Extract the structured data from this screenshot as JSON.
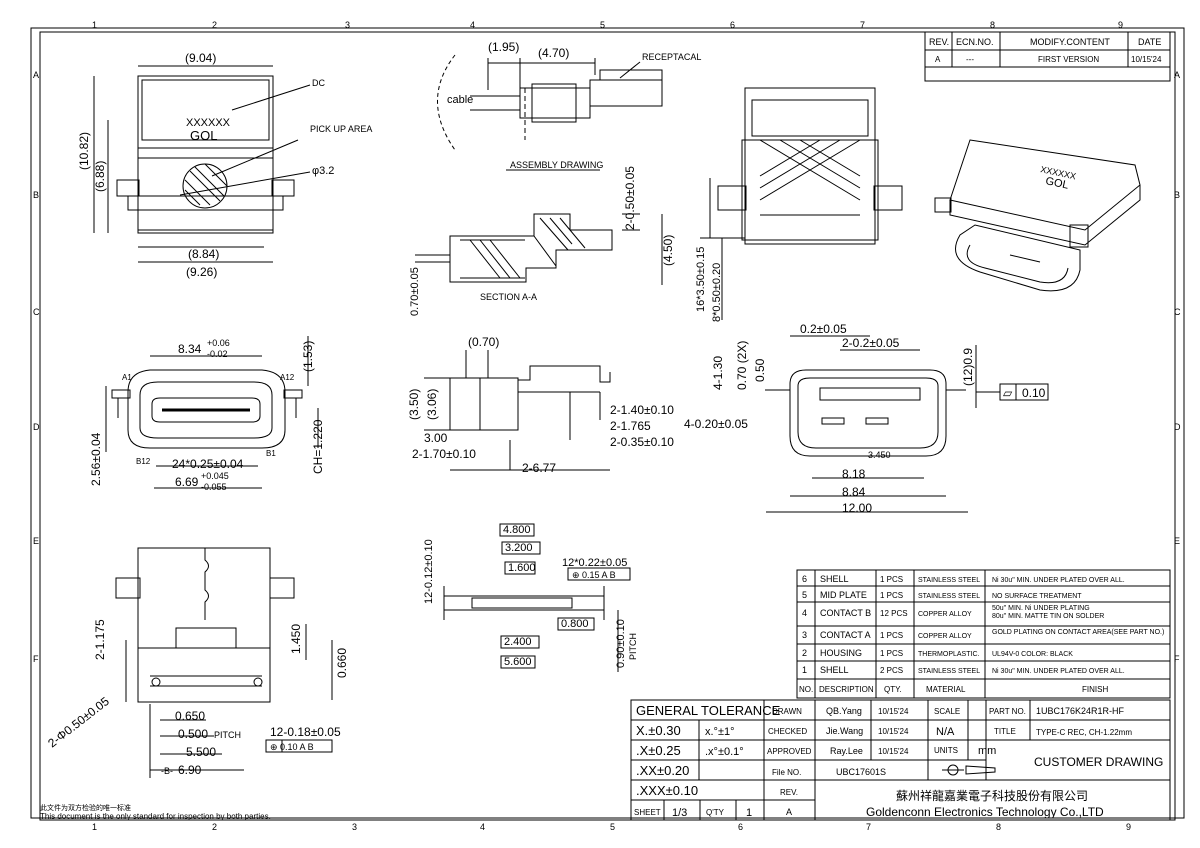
{
  "frame": {
    "cols_top": [
      "1",
      "2",
      "3",
      "4",
      "5",
      "6",
      "7",
      "8",
      "9"
    ],
    "cols_bottom": [
      "1",
      "2",
      "3",
      "4",
      "5",
      "6",
      "7",
      "8",
      "9"
    ],
    "rows": [
      "A",
      "B",
      "C",
      "D",
      "E",
      "F"
    ]
  },
  "revision": {
    "headers": [
      "REV.",
      "ECN.NO.",
      "MODIFY.CONTENT",
      "DATE"
    ],
    "row": [
      "A",
      "---",
      "FIRST VERSION",
      "10/15'24"
    ]
  },
  "top_view": {
    "dims": [
      "(9.04)",
      "(10.82)",
      "(6.88)",
      "(8.84)",
      "(9.26)"
    ],
    "marking1": "XXXXXX",
    "marking2": "GOL",
    "label_dc": "DC",
    "label_pick": "PICK UP AREA",
    "label_phi": "φ3.2"
  },
  "assembly": {
    "dims": [
      "(1.95)",
      "(4.70)"
    ],
    "receptacal": "RECEPTACAL",
    "cable": "cable",
    "caption": "ASSEMBLY DRAWING",
    "section_dims": [
      "2-0.50±0.05",
      "(4.50)",
      "0.70±0.05"
    ],
    "section_caption": "SECTION A-A"
  },
  "iso_view": {
    "side_dims": [
      "16*3.50±0.15",
      "8*0.50±0.20"
    ],
    "marking1": "XXXXXX",
    "marking2": "GOL"
  },
  "front_view": {
    "w_dim": "8.34",
    "w_tol_top": "+0.06",
    "w_tol_bot": "-0.02",
    "h153": "(1.53)",
    "a1": "A1",
    "a12": "A12",
    "b12": "B12",
    "b1": "B1",
    "ch": "CH=1.220",
    "left_dim": "2.56±0.04",
    "pins": "24*0.25±0.04",
    "inner_w": "6.69",
    "inner_tol_top": "+0.045",
    "inner_tol_bot": "-0.055"
  },
  "side_view": {
    "dims": [
      "(0.70)",
      "(3.50)",
      "(3.06)",
      "3.00",
      "2-1.70±0.10",
      "2-1.40±0.10",
      "2-1.765",
      "2-0.35±0.10",
      "2-6.77"
    ]
  },
  "right_front": {
    "dims": [
      "0.2±0.05",
      "2-0.2±0.05",
      "4-1.30",
      "0.70 (2X)",
      "0.50",
      "(12)0.9",
      "4-0.20±0.05",
      "3.450",
      "8.18",
      "8.84",
      "12.00"
    ],
    "flat_symbol": "▱",
    "flat_tol": "0.10"
  },
  "footprint_small": {
    "dims": [
      "4.800",
      "3.200",
      "1.600",
      "12*0.22±0.05",
      "⊕ 0.15 A B",
      "12-0.12±0.10",
      "2.400",
      "5.600",
      "0.800",
      "0.90±0.10",
      "PITCH"
    ]
  },
  "bottom_view": {
    "dims": [
      "2-1.175",
      "1.450",
      "0.660",
      "2-Φ0.50±0.05",
      "0.650",
      "0.500",
      "PITCH",
      "12-0.18±0.05",
      "⊕ 0.10 A B",
      "5.500",
      "6.90",
      "-B-"
    ]
  },
  "bom": {
    "header": [
      "NO.",
      "DESCRIPTION",
      "QTY.",
      "MATERIAL",
      "FINISH"
    ],
    "rows": [
      {
        "no": "6",
        "desc": "SHELL",
        "qty": "1 PCS",
        "mat": "STAINLESS STEEL",
        "finish": [
          "Ni 30u\" MIN. UNDER PLATED OVER ALL."
        ]
      },
      {
        "no": "5",
        "desc": "MID PLATE",
        "qty": "1 PCS",
        "mat": "STAINLESS STEEL",
        "finish": [
          "NO SURFACE TREATMENT"
        ]
      },
      {
        "no": "4",
        "desc": "CONTACT B",
        "qty": "12 PCS",
        "mat": "COPPER ALLOY",
        "finish": [
          "50u\" MIN. Ni UNDER PLATING",
          "80u\" MIN. MATTE TIN ON SOLDER",
          "GOLD PLATING ON CONTACT AREA(SEE PART NO.)"
        ]
      },
      {
        "no": "3",
        "desc": "CONTACT A",
        "qty": "1 PCS",
        "mat": "COPPER ALLOY",
        "finish": []
      },
      {
        "no": "2",
        "desc": "HOUSING",
        "qty": "1 PCS",
        "mat": "THERMOPLASTIC.",
        "finish": [
          "UL94V-0  COLOR: BLACK"
        ]
      },
      {
        "no": "1",
        "desc": "SHELL",
        "qty": "2 PCS",
        "mat": "STAINLESS STEEL",
        "finish": [
          "Ni 30u\" MIN. UNDER PLATED OVER ALL."
        ]
      }
    ]
  },
  "title_block": {
    "general_tolerance": "GENERAL TOLERANCE",
    "tol": [
      {
        "k": "X.±0.30",
        "a": "x.°±1°"
      },
      {
        "k": ".X±0.25",
        "a": ".x°±0.1°"
      },
      {
        "k": ".XX±0.20",
        "a": ""
      },
      {
        "k": ".XXX±0.10",
        "a": ""
      }
    ],
    "drawn": "DRAWN",
    "drawn_by": "QB.Yang",
    "drawn_date": "10/15'24",
    "checked": "CHECKED",
    "checked_by": "Jie.Wang",
    "checked_date": "10/15'24",
    "approved": "APPROVED",
    "approved_by": "Ray.Lee",
    "approved_date": "10/15'24",
    "scale": "SCALE",
    "scale_val": "N/A",
    "units": "UNITS",
    "units_val": "mm",
    "part_no": "PART NO.",
    "part_no_val": "1UBC176K24R1R-HF",
    "title": "TITLE",
    "title_val": "TYPE-C REC, CH-1.22mm",
    "file_no": "File NO.",
    "file_no_val": "UBC17601S",
    "rev": "REV.",
    "rev_val": "A",
    "sheet": "SHEET",
    "sheet_val": "1/3",
    "qty": "Q'TY",
    "qty_val": "1",
    "customer_drawing": "CUSTOMER DRAWING",
    "company_cn": "蘇州祥龍嘉業電子科技股份有限公司",
    "company_en": "Goldenconn Electronics Technology Co.,LTD"
  },
  "notice": {
    "cn": "此文件为双方检验的唯一标准",
    "en": "This document is the only standard for inspection by both parties."
  }
}
